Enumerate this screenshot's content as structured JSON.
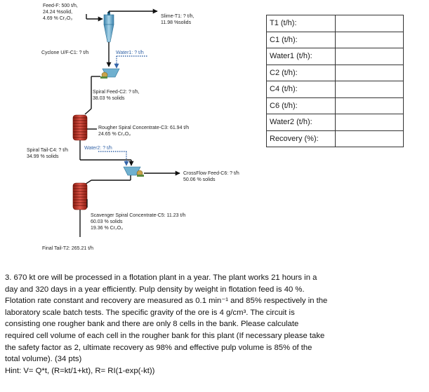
{
  "flowsheet": {
    "feed": [
      "Feed-F: 500 t/h,",
      "24.24 %solid,",
      "4.69 % Cr₂O₃"
    ],
    "slime": [
      "Slime-T1: ? t/h,",
      "11.98 %solids"
    ],
    "cyclone_uf": "Cyclone U/F-C1: ? t/h",
    "water1": "Water1: ? t/h",
    "spiral_feed": [
      "Spiral Feed-C2: ? t/h,",
      "38.03 % solids"
    ],
    "rougher_conc": [
      "Rougher Spiral Concentrate-C3: 61.94 t/h",
      "24.65 % Cr₂O₃"
    ],
    "spiral_tail": [
      "Spiral Tail-C4: ? t/h",
      "34.99 % solids"
    ],
    "water2": "Water2: ? t/h",
    "crossflow_feed": [
      "CrossFlow Feed-C6: ? t/h",
      "50.06 % solids"
    ],
    "scavenger_conc": [
      "Scavenger Spiral Concentrate-C5: 11.23 t/h",
      "60.03 % solids",
      "19.36 % Cr₂O₃"
    ],
    "final_tail": "Final Tail-T2: 265.21 t/h"
  },
  "answer_table": [
    {
      "label": "T1 (t/h):",
      "value": ""
    },
    {
      "label": "C1 (t/h):",
      "value": ""
    },
    {
      "label": "Water1 (t/h):",
      "value": ""
    },
    {
      "label": "C2 (t/h):",
      "value": ""
    },
    {
      "label": "C4 (t/h):",
      "value": ""
    },
    {
      "label": "C6 (t/h):",
      "value": ""
    },
    {
      "label": "Water2 (t/h):",
      "value": ""
    },
    {
      "label": "Recovery (%):",
      "value": ""
    }
  ],
  "question": {
    "lines": [
      "3. 670 kt ore will be processed in a flotation plant in a year. The plant works 21 hours in a",
      "day and 320 days in a year efficiently. Pulp density by weight in flotation feed is 40 %.",
      "Flotation rate constant and recovery are measured as 0.1 min⁻¹ and 85% respectively in the",
      "laboratory scale batch tests.  The specific gravity of the ore is 4 g/cm³. The circuit is",
      "consisting one rougher bank and there are only 8 cells in the bank. Please calculate",
      "required cell volume of each cell in the rougher bank for this plant (If necessary please take",
      "the safety factor as 2, ultimate recovery as 98% and effective pulp volume is 85% of the",
      "total volume). (34 pts)",
      "Hint: V= Q*t, (R=kt/1+kt), R= RI(1-exp(-kt))"
    ]
  },
  "colors": {
    "accent_blue": "#3565a8",
    "spiral_red": "#c0392b",
    "cyclone_teal": "#5fa7c8"
  }
}
